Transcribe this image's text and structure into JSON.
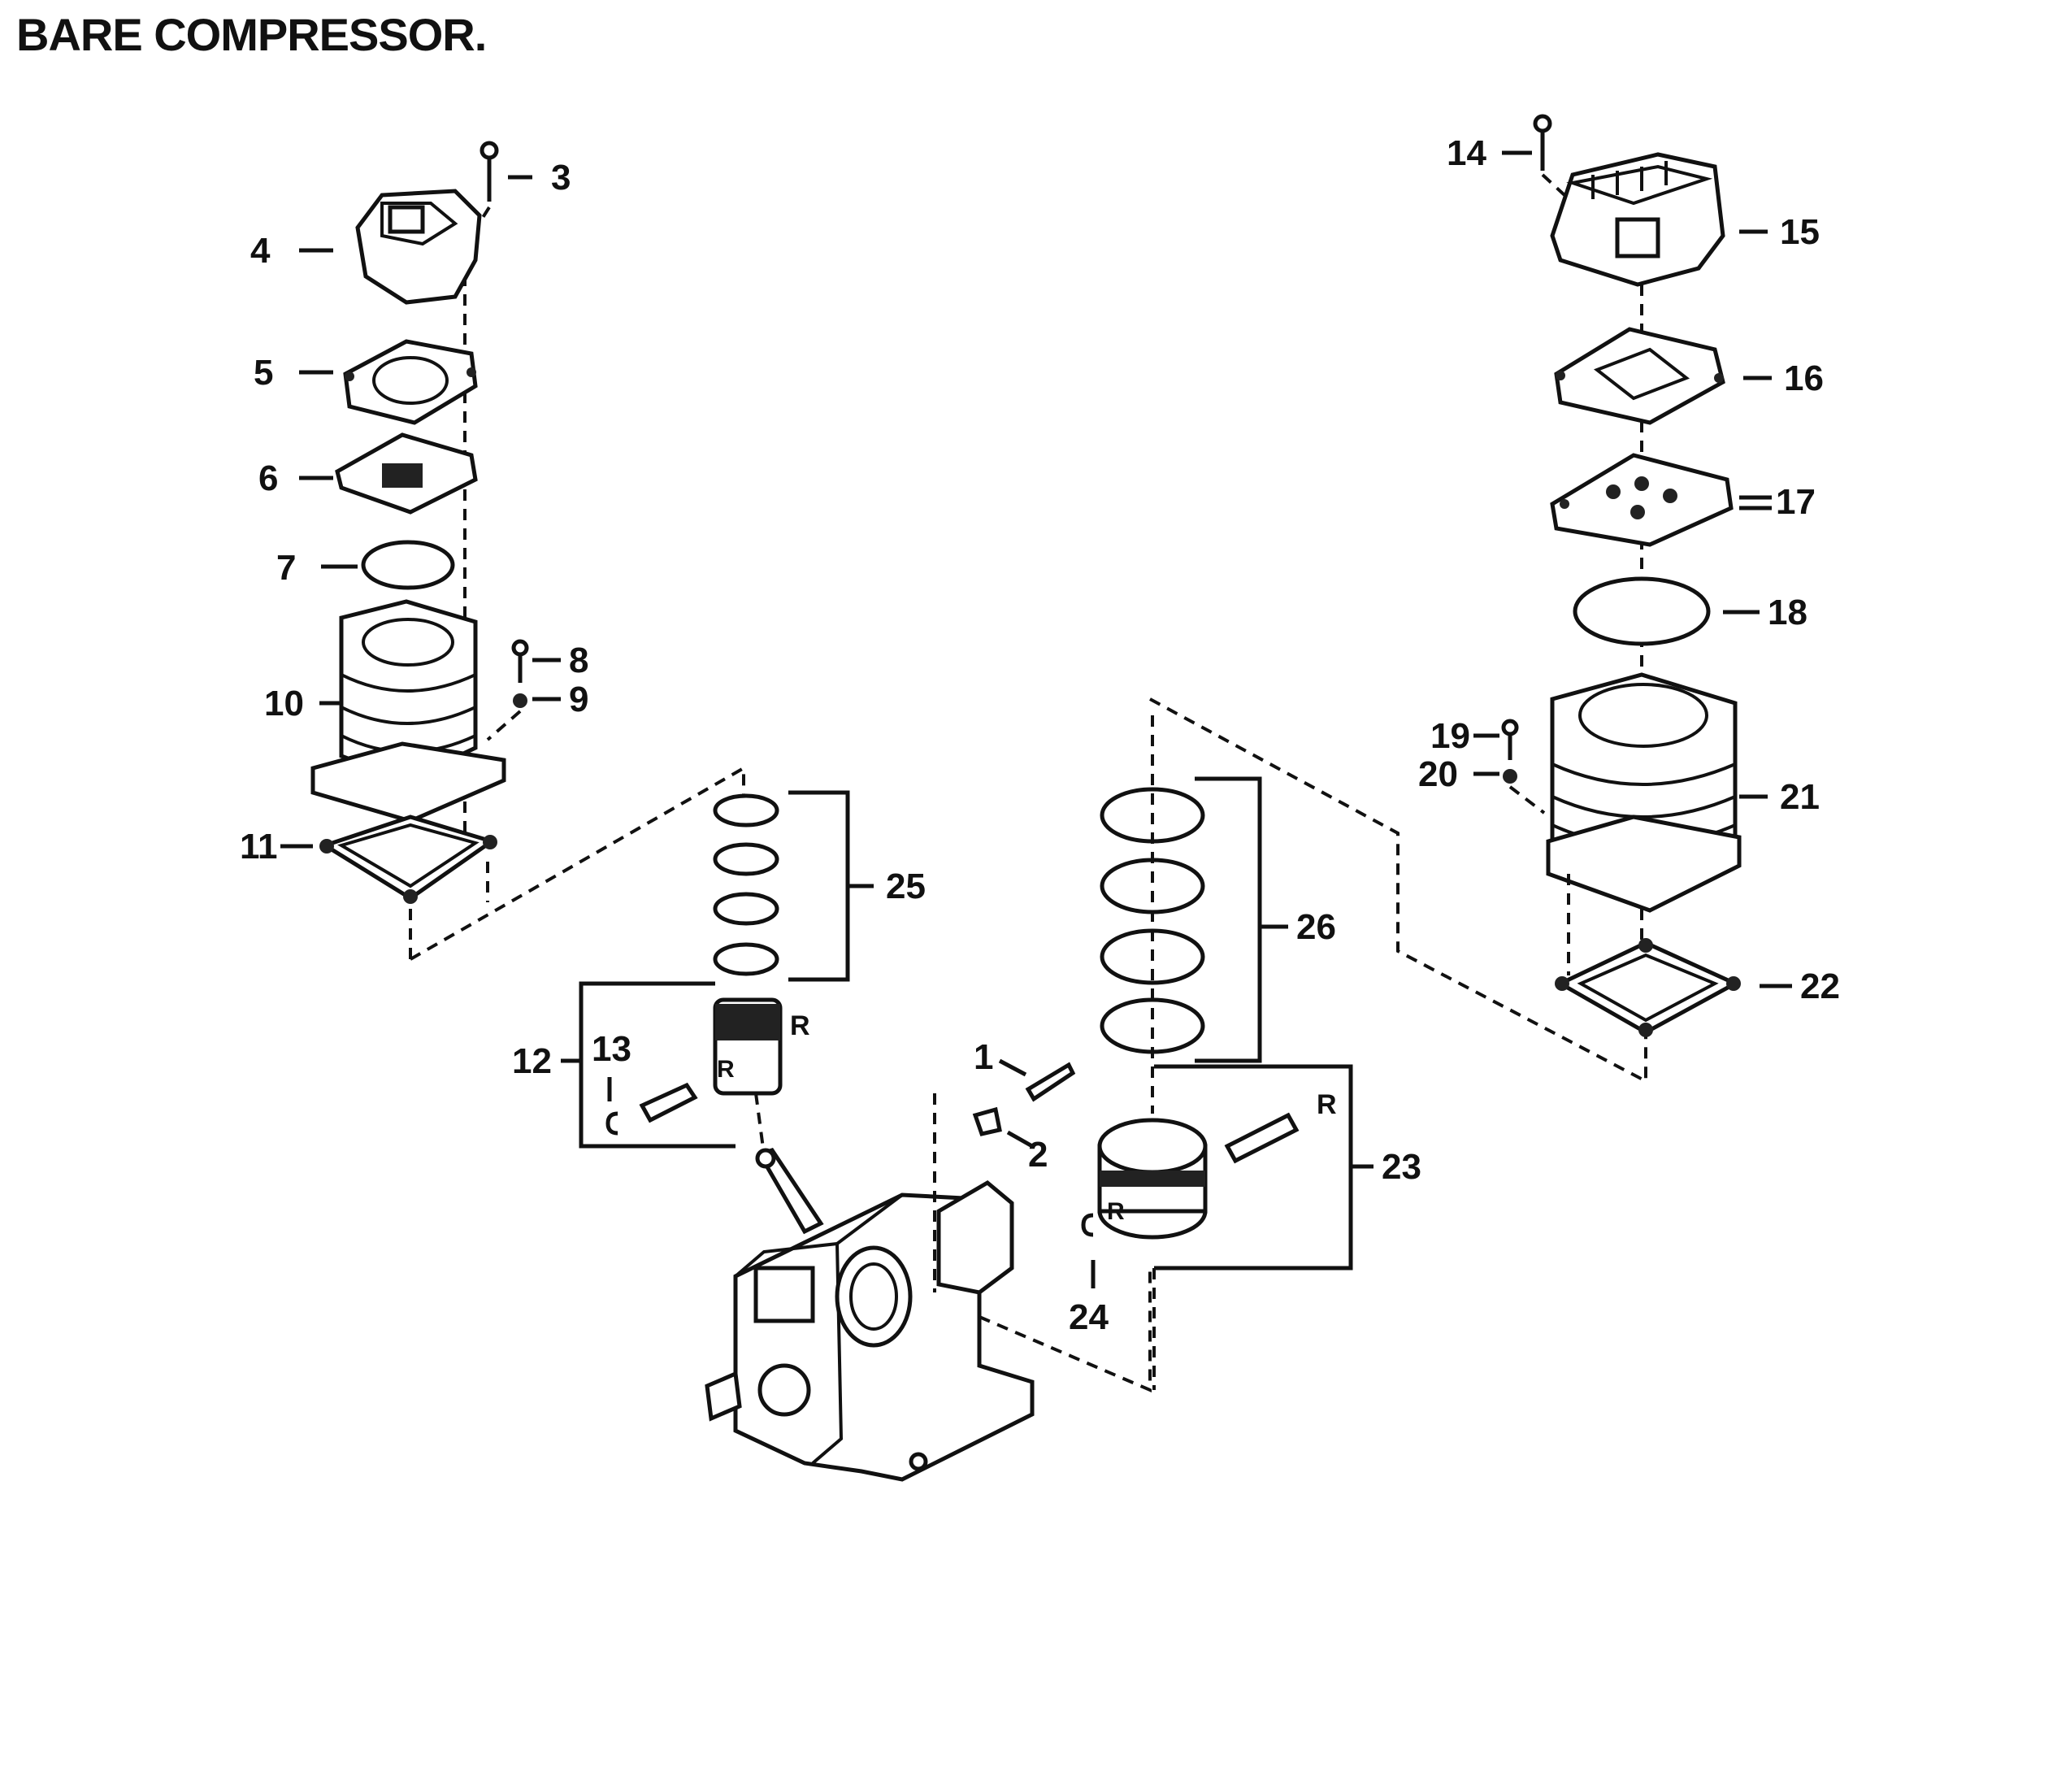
{
  "title": "BARE COMPRESSOR.",
  "callouts": [
    "1",
    "2",
    "3",
    "4",
    "5",
    "6",
    "7",
    "8",
    "9",
    "10",
    "11",
    "12",
    "13",
    "14",
    "15",
    "16",
    "17",
    "18",
    "19",
    "20",
    "21",
    "22",
    "23",
    "24",
    "25",
    "26"
  ],
  "small_marks": [
    "R",
    "R",
    "R",
    "R"
  ]
}
